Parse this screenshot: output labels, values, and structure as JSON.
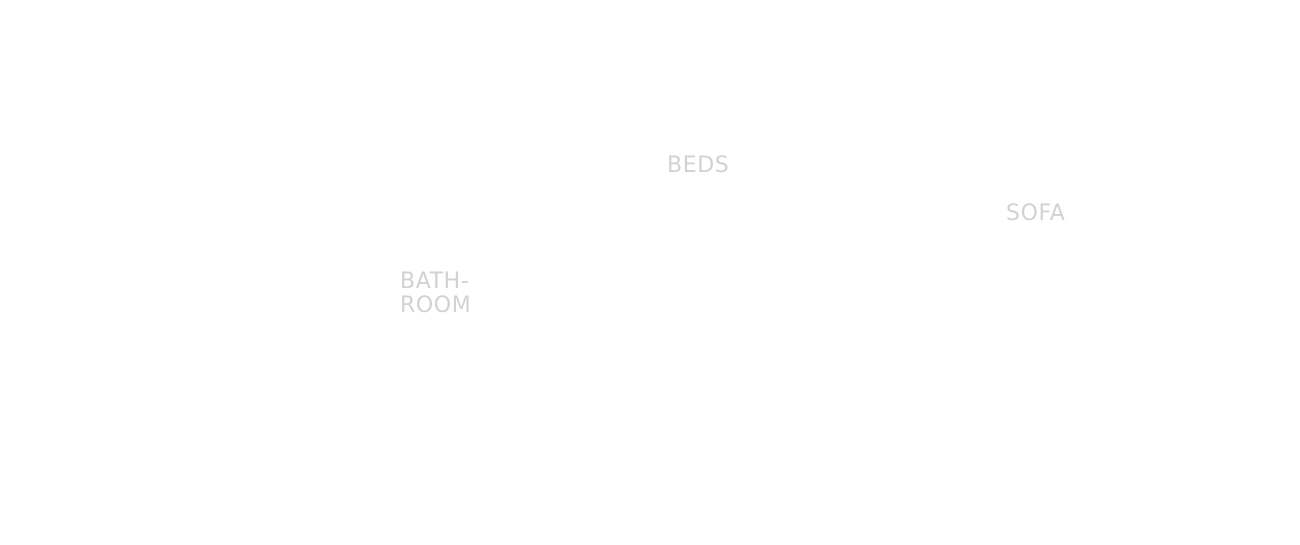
{
  "categories": {
    "beds": {
      "label": "BEDS"
    },
    "sofa": {
      "label": "SOFA"
    },
    "bathroom": {
      "label_line1": "BATH-",
      "label_line2": "ROOM"
    }
  },
  "colors": {
    "background": "#ffffff",
    "label_text": "#d2d2d2"
  }
}
